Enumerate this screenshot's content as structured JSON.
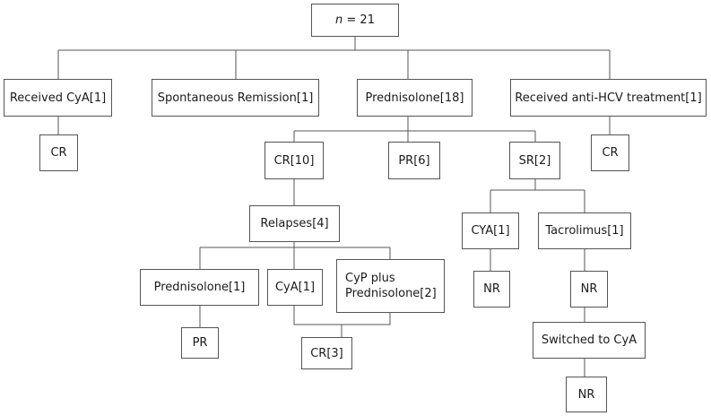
{
  "nodes": {
    "root": {
      "var": "n",
      "rest": " = 21"
    },
    "cya_main": "Received CyA[1]",
    "spont": "Spontaneous Remission[1]",
    "pred18": "Prednisolone[18]",
    "antihcv": "Received anti-HCV treatment[1]",
    "cr_cya": "CR",
    "cr_hcv": "CR",
    "cr10": "CR[10]",
    "pr6": "PR[6]",
    "sr2": "SR[2]",
    "relapses": "Relapses[4]",
    "cya1_sr": "CYA[1]",
    "tacro": "Tacrolimus[1]",
    "pred1": "Prednisolone[1]",
    "cya1_rel": "CyA[1]",
    "cyp_line1": "CyP plus",
    "cyp_line2": "Prednisolone[2]",
    "nr_cya": "NR",
    "nr_tacro": "NR",
    "pr": "PR",
    "cr3": "CR[3]",
    "switched": "Switched to CyA",
    "nr_final": "NR"
  }
}
